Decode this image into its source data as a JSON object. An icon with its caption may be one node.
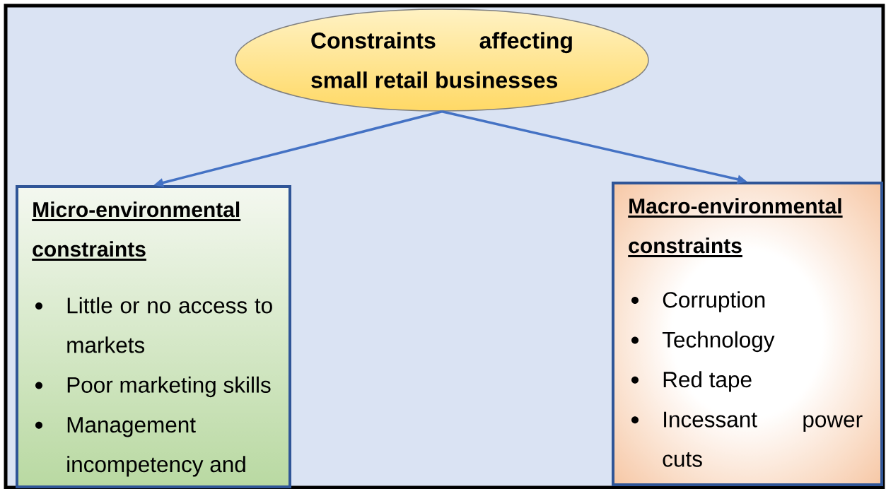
{
  "diagram": {
    "nodes": [
      {
        "text": [
          "Constraints affecting small retail businesses"
        ]
      },
      {
        "text": [
          "Micro-environmental constraints",
          "Little or no access to markets",
          "Poor marketing skills",
          "Management incompetency and"
        ]
      },
      {
        "text": [
          "Macro-environmental constraints",
          "Corruption",
          "Technology",
          "Red tape",
          "Incessant power cuts"
        ]
      }
    ],
    "edges": [
      {
        "from": 0,
        "to": 1,
        "arrow": "to"
      },
      {
        "from": 0,
        "to": 2,
        "arrow": "to"
      }
    ]
  }
}
